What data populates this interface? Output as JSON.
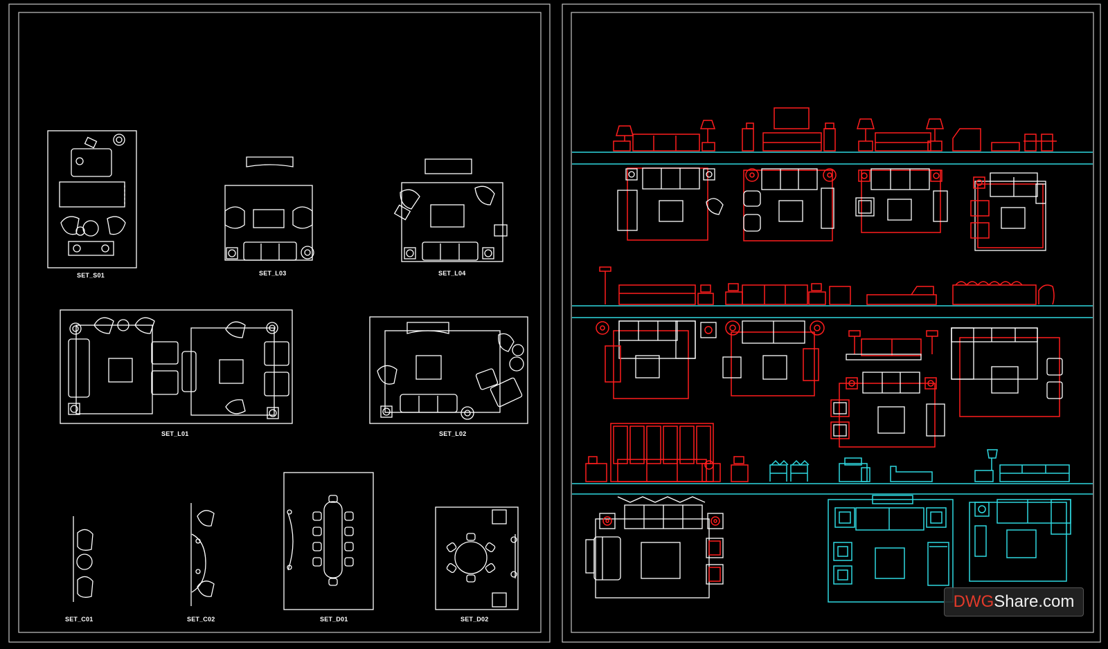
{
  "labels": {
    "s01": "SET_S01",
    "l03": "SET_L03",
    "l04": "SET_L04",
    "l01": "SET_L01",
    "l02": "SET_L02",
    "c01": "SET_C01",
    "c02": "SET_C02",
    "d01": "SET_D01",
    "d02": "SET_D02"
  },
  "watermark": {
    "brand_colored": "DWG",
    "brand_rest": "Share.com"
  },
  "colors": {
    "background": "#000000",
    "line_primary": "#ffffff",
    "line_red": "#ff1e1e",
    "line_cyan": "#2fd8e0",
    "frame": "#c8c8c8"
  }
}
